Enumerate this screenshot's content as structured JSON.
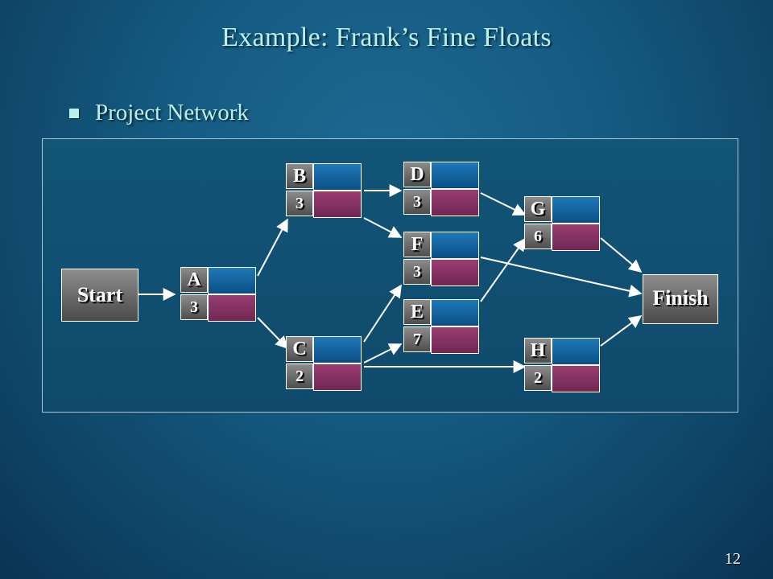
{
  "slide": {
    "title": "Example:  Frank’s Fine Floats",
    "bullet": "Project Network",
    "page_number": "12"
  },
  "network": {
    "start_label": "Start",
    "finish_label": "Finish",
    "activities": [
      {
        "id": "A",
        "duration": "3"
      },
      {
        "id": "B",
        "duration": "3"
      },
      {
        "id": "C",
        "duration": "2"
      },
      {
        "id": "D",
        "duration": "3"
      },
      {
        "id": "F",
        "duration": "3"
      },
      {
        "id": "E",
        "duration": "7"
      },
      {
        "id": "G",
        "duration": "6"
      },
      {
        "id": "H",
        "duration": "2"
      }
    ],
    "edges": [
      [
        "Start",
        "A"
      ],
      [
        "A",
        "B"
      ],
      [
        "A",
        "C"
      ],
      [
        "B",
        "D"
      ],
      [
        "B",
        "F"
      ],
      [
        "C",
        "E"
      ],
      [
        "C",
        "F"
      ],
      [
        "C",
        "H"
      ],
      [
        "D",
        "G"
      ],
      [
        "E",
        "G"
      ],
      [
        "F",
        "Finish"
      ],
      [
        "G",
        "Finish"
      ],
      [
        "H",
        "Finish"
      ]
    ]
  },
  "colors": {
    "text_accent": "#b8f0ea",
    "early_cell": "#1565a3",
    "late_cell": "#8a3263"
  }
}
